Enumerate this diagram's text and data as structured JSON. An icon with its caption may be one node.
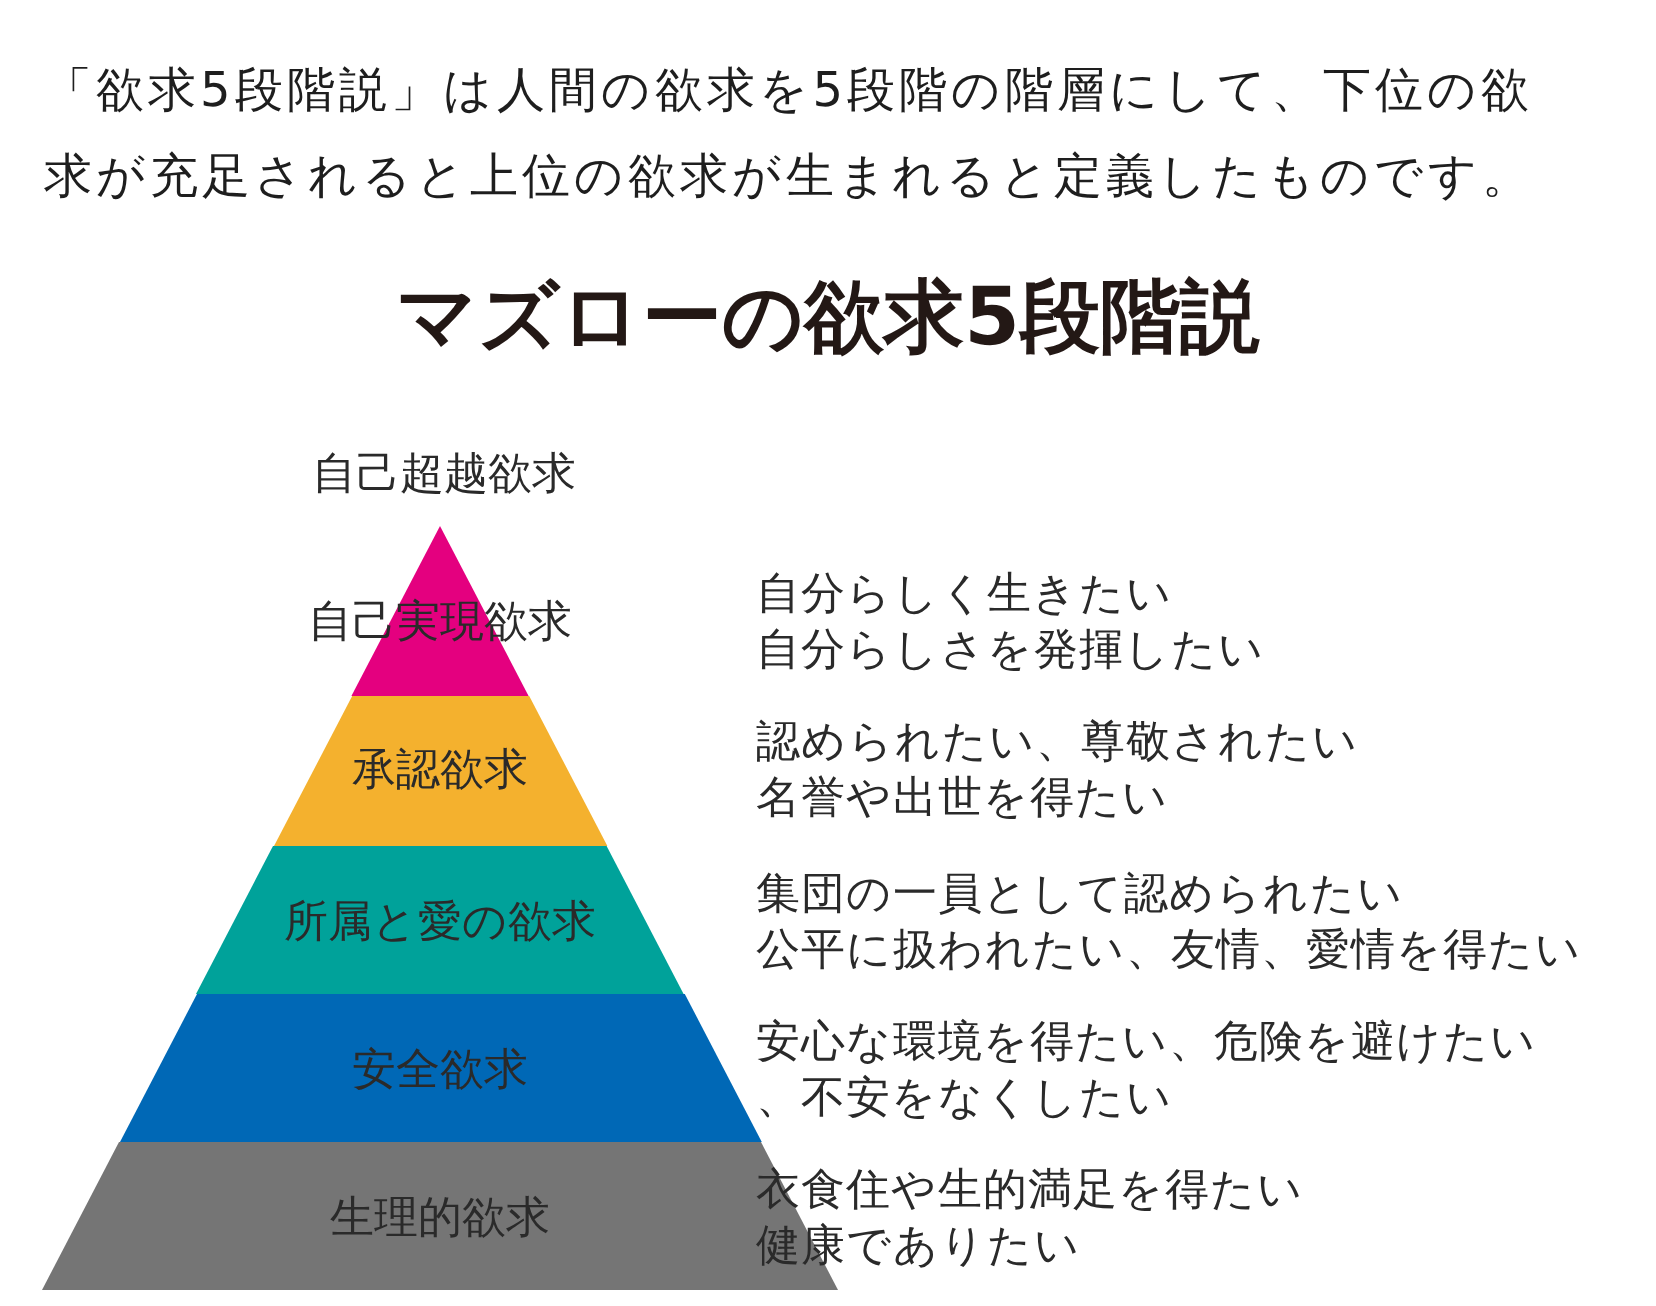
{
  "diagram": {
    "title": "マズローの欲求5段階説",
    "caption": "「欲求5段階説」は人間の欲求を5段階の階層にして、下位の欲求が充足されると上位の欲求が生まれると定義したものです。",
    "nodes": [
      {
        "text": [
          "自己実現欲求"
        ],
        "beside": [
          "自分らしく生きたい",
          "自分らしさを発揮したい"
        ]
      },
      {
        "text": [
          "承認欲求"
        ],
        "beside": [
          "認められたい、尊敬されたい",
          "名誉や出世を得たい"
        ]
      },
      {
        "text": [
          "所属と愛の欲求"
        ],
        "beside": [
          "集団の一員として認められたい",
          "公平に扱われたい、友情、愛情を得たい"
        ]
      },
      {
        "text": [
          "安全欲求"
        ],
        "beside": [
          "安心な環境を得たい、危険を避けたい、不安をなくしたい"
        ]
      },
      {
        "text": [
          "生理的欲求"
        ],
        "beside": [
          "衣食住や生的満足を得たい",
          "健康でありたい"
        ]
      }
    ],
    "labels": [
      "自己超越欲求"
    ]
  }
}
